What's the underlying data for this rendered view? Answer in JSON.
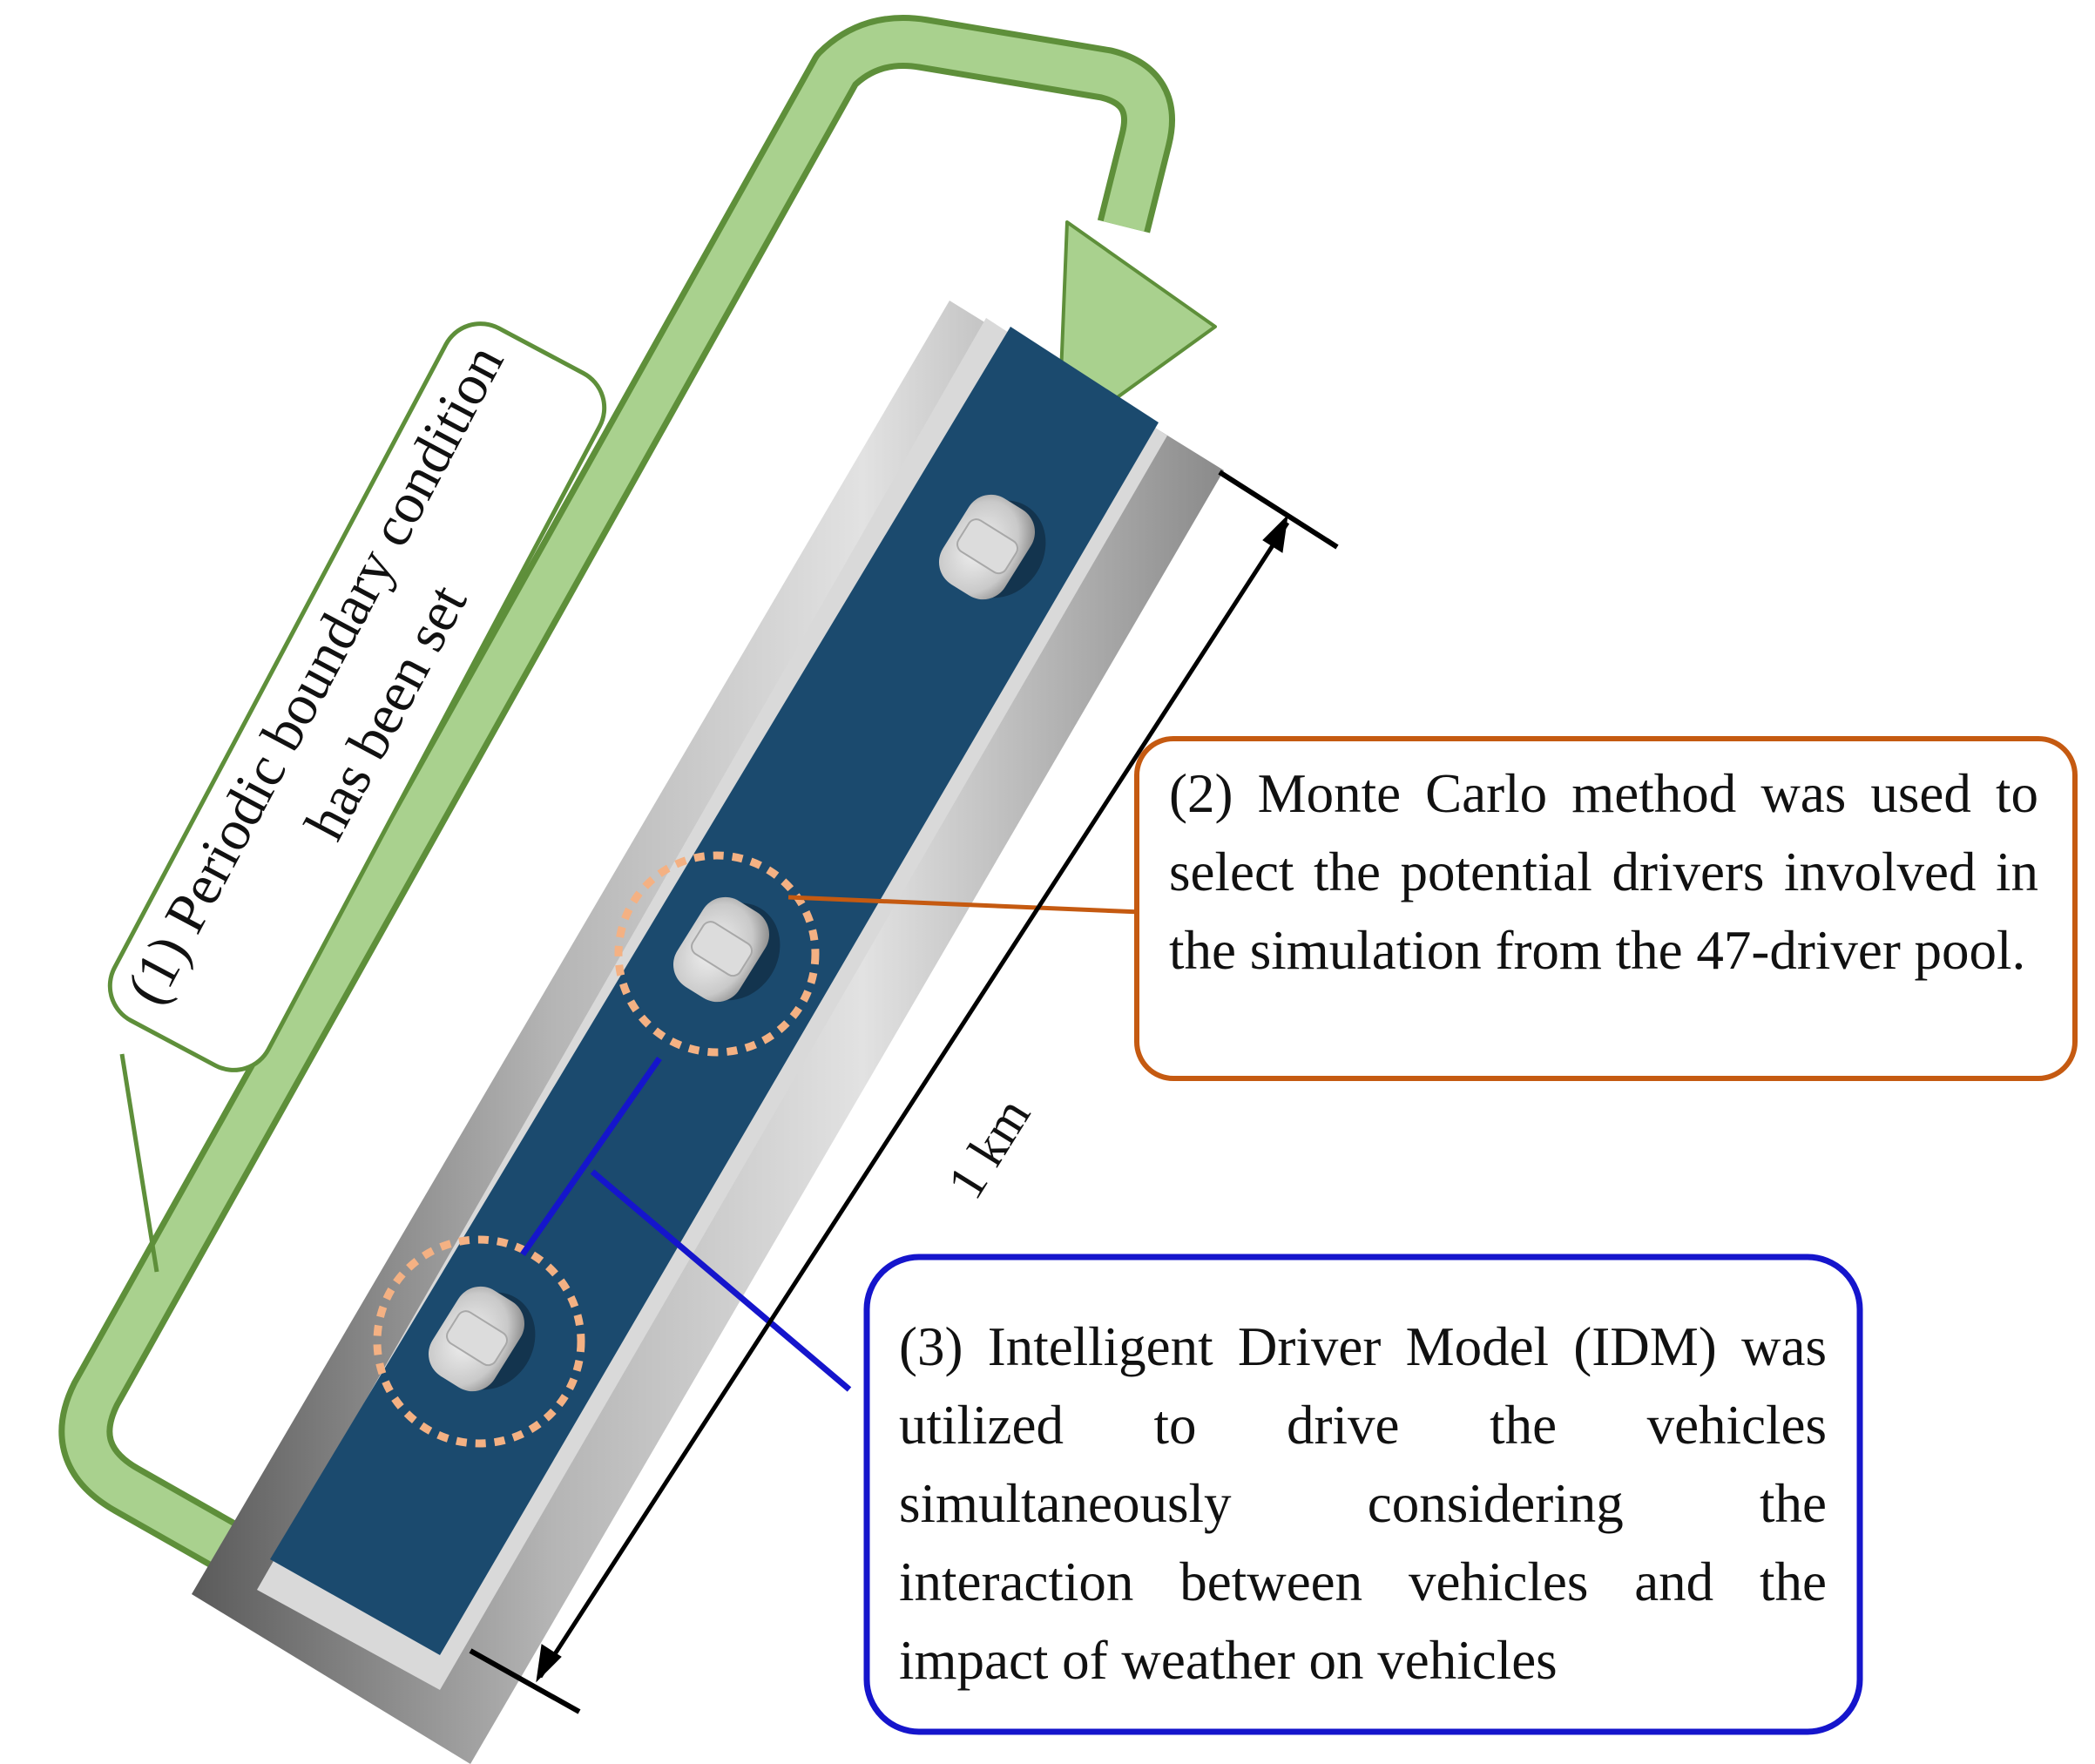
{
  "labels": {
    "periodic_line1": "(1) Periodic boundary condition",
    "periodic_line2": "has been set",
    "monte_carlo": "(2) Monte Carlo method was used to select the potential drivers involved in the simulation from the 47-driver pool.",
    "idm": "(3) Intelligent Driver Model (IDM) was utilized to drive the vehicles simultaneously considering the interaction between vehicles and the impact of weather on vehicles",
    "length": "1 km"
  },
  "colors": {
    "road_surface": "#1b4a6e",
    "road_shoulder": "#c9c9c9",
    "loop_arrow_fill": "#a9d18e",
    "loop_arrow_stroke": "#5e8f3a",
    "box1_border": "#5e8f3a",
    "box2_border": "#c55a11",
    "box3_border": "#1515cc",
    "highlight_ring": "#f4b183",
    "dimension_line": "#000000"
  },
  "icons": [
    "car-icon",
    "car-icon",
    "car-icon",
    "loop-arrow-icon"
  ]
}
